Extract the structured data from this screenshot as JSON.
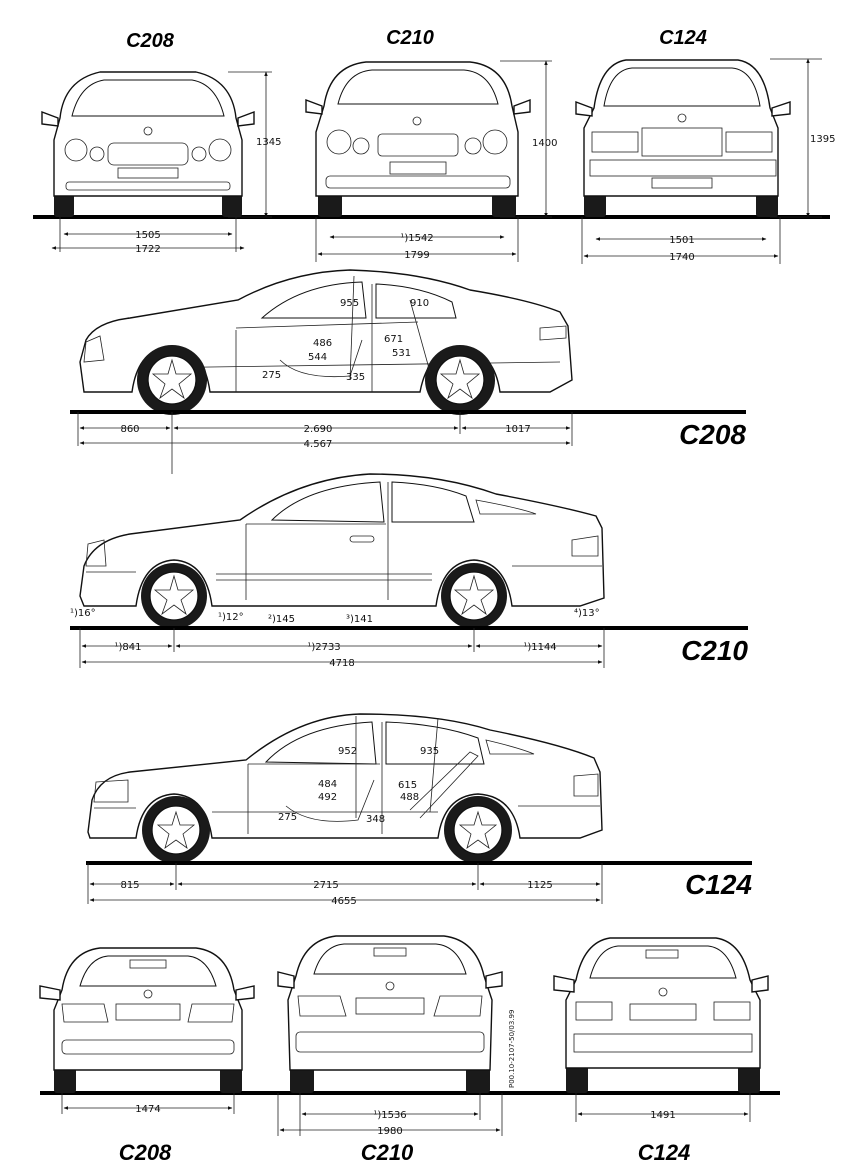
{
  "labels": {
    "front_c208": "C208",
    "front_c210": "C210",
    "front_c124": "C124",
    "side_c208": "C208",
    "side_c210": "C210",
    "side_c124": "C124",
    "rear_c208": "C208",
    "rear_c210": "C210",
    "rear_c124": "C124"
  },
  "front": {
    "c208": {
      "height": "1345",
      "track": "1505",
      "width": "1722"
    },
    "c210": {
      "height": "1400",
      "track": "¹)1542",
      "width": "1799"
    },
    "c124": {
      "height": "1395",
      "track": "1501",
      "width": "1740"
    }
  },
  "side_c208": {
    "front_overhang": "860",
    "wheelbase": "2.690",
    "rear_overhang": "1017",
    "length": "4.567",
    "interior": {
      "d955": "955",
      "d910": "910",
      "d486": "486",
      "d544": "544",
      "d671": "671",
      "d531": "531",
      "d275": "275",
      "d335": "335"
    }
  },
  "side_c210": {
    "front_overhang": "¹)841",
    "wheelbase": "¹)2733",
    "rear_overhang": "¹)1144",
    "length": "4718",
    "angles": {
      "approach": "¹)16°",
      "ramp": "¹)12°",
      "departure": "⁴)13°"
    },
    "clearance": {
      "c145": "²)145",
      "c141": "³)141"
    }
  },
  "side_c124": {
    "front_overhang": "815",
    "wheelbase": "2715",
    "rear_overhang": "1125",
    "length": "4655",
    "interior": {
      "d952": "952",
      "d935": "935",
      "d484": "484",
      "d492": "492",
      "d615": "615",
      "d488": "488",
      "d275": "275",
      "d348": "348"
    }
  },
  "rear": {
    "c208": {
      "track": "1474"
    },
    "c210": {
      "track": "¹)1536",
      "width": "1980"
    },
    "c124": {
      "track": "1491"
    }
  },
  "drawing_ref": "P00.10-2107-50/03.99"
}
